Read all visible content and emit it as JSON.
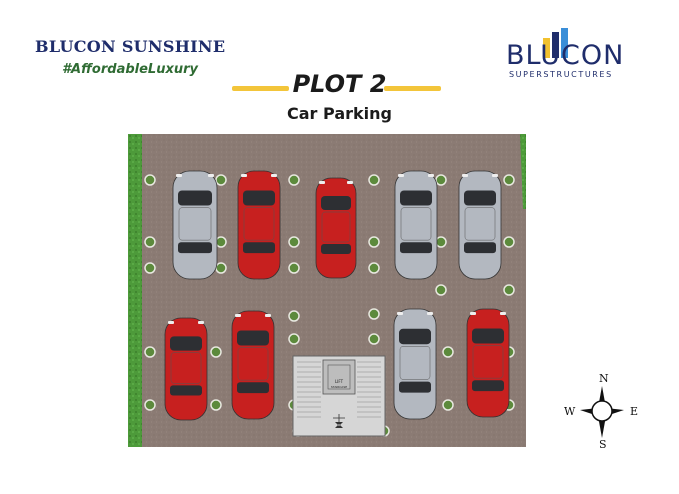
{
  "brand": {
    "name": "BLUCON SUNSHINE",
    "tagline": "#AffordableLuxury"
  },
  "logo": {
    "text": "BLUCON",
    "subtitle": "SUPERSTRUCTURES",
    "color": "#1f2d6b"
  },
  "heading": {
    "title": "PLOT 2",
    "subtitle": "Car Parking",
    "accent_color": "#f3c53a"
  },
  "plan": {
    "lift_labels": [
      "LIFT",
      "STAIRCASE"
    ],
    "cars": [
      {
        "color": "silver"
      },
      {
        "color": "red"
      },
      {
        "color": "red"
      },
      {
        "color": "silver"
      },
      {
        "color": "silver"
      },
      {
        "color": "red"
      },
      {
        "color": "red"
      },
      {
        "color": "silver"
      },
      {
        "color": "red"
      }
    ],
    "colors": {
      "ground": "#8a7a72",
      "grass": "#4d9a3a",
      "red_car": "#c7201f",
      "silver_car": "#b3b8c0"
    }
  },
  "compass": {
    "n": "N",
    "s": "S",
    "e": "E",
    "w": "W"
  }
}
